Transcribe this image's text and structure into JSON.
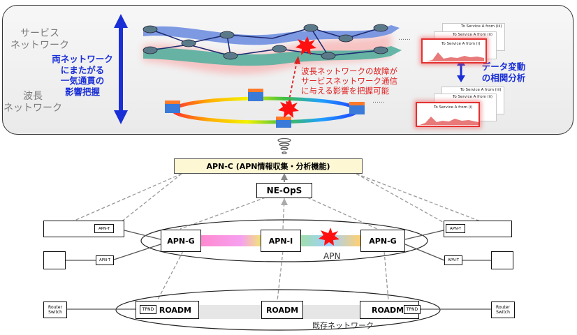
{
  "top": {
    "service_network_label": "サービス\nネットワーク",
    "wavelength_network_label": "波長\nネットワーク",
    "cross_network_text": "両ネットワーク\nにまたがる\n一気通貫の\n影響把握",
    "fault_impact_text": "波長ネットワークの故障が\nサービスネットワーク通信\nに与える影響を把握可能",
    "correlation_text": "データ変動\nの相関分析",
    "chart_title": "To Service A from (i)",
    "chart_title_back1": "To Service A from (ii)",
    "chart_title_back2": "To Service A from (iii)",
    "ellipsis": "……"
  },
  "apnc_label": "APN-C (APN情報収集・分析機能)",
  "neops_label": "NE-OpS",
  "apn_nodes": {
    "left": "APN-G",
    "middle": "APN-I",
    "right": "APN-G"
  },
  "apn_label": "APN",
  "apn_t_label": "APN-T",
  "roadm_nodes": {
    "left": "ROADM",
    "middle": "ROADM",
    "right": "ROADM"
  },
  "tpnd_label": "TPND",
  "router_switch_label": "Router\nSwitch",
  "existing_network_label": "既存ネットワーク",
  "colors": {
    "fault_red": "#e53030",
    "accent_blue": "#1a2fd6",
    "apnc_fill": "#fdf7d4"
  }
}
